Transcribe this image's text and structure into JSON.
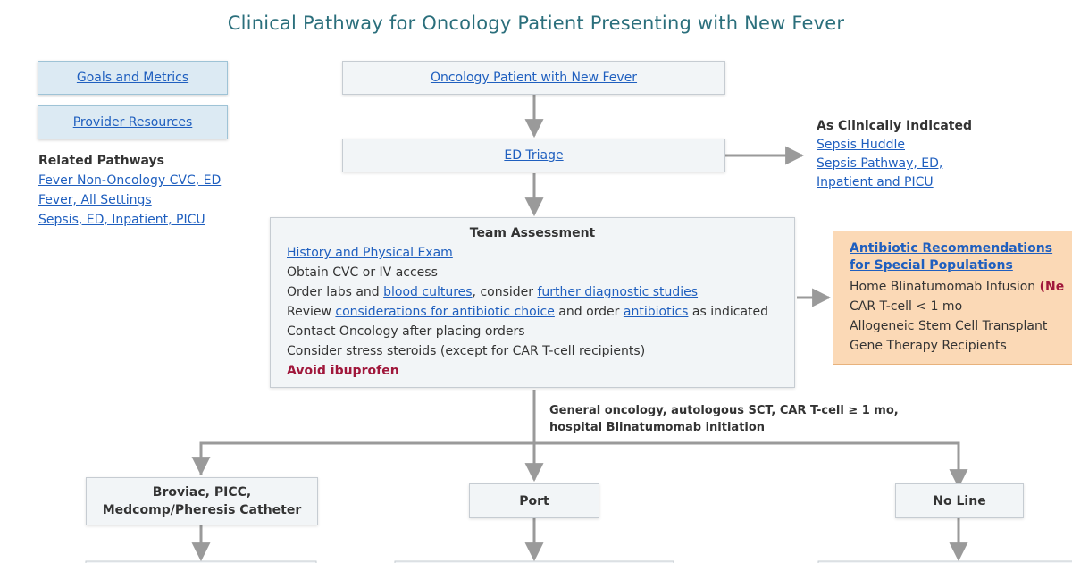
{
  "title": "Clinical Pathway for Oncology Patient Presenting with New Fever",
  "nav": {
    "goals": "Goals and Metrics",
    "resources": "Provider Resources"
  },
  "related": {
    "header": "Related Pathways",
    "links": [
      "Fever Non-Oncology CVC, ED",
      "Fever, All Settings",
      "Sepsis, ED, Inpatient, PICU"
    ]
  },
  "flow": {
    "start": "Oncology Patient with New Fever",
    "triage": "ED Triage"
  },
  "clinically": {
    "header": "As Clinically Indicated",
    "link1": "Sepsis Huddle",
    "link2_line1": "Sepsis Pathway, ED,",
    "link2_line2": "Inpatient and PICU"
  },
  "assessment": {
    "header": "Team Assessment",
    "history": "History and Physical Exam",
    "access": "Obtain CVC or IV access",
    "labs_pre": "Order labs and ",
    "labs_link1": "blood cultures",
    "labs_mid": ", consider ",
    "labs_link2": "further diagnostic studies",
    "review_pre": "Review ",
    "review_link1": "considerations for antibiotic choice",
    "review_mid": " and order ",
    "review_link2": "antibiotics",
    "review_post": " as indicated",
    "contact": "Contact Oncology after placing orders",
    "steroids": "Consider stress steroids (except for CAR T-cell recipients)",
    "avoid": "Avoid ibuprofen"
  },
  "antibiotic": {
    "header_line1": "Antibiotic Recommendations",
    "header_line2": "for Special Populations",
    "item1": "Home Blinatumomab Infusion ",
    "item1_flag": "(Ne",
    "item2": "CAR T-cell < 1 mo",
    "item3": "Allogeneic Stem Cell Transplant",
    "item4": "Gene Therapy Recipients"
  },
  "branch_label": {
    "line1": "General oncology, autologous SCT, CAR T-cell ≥ 1 mo,",
    "line2": "hospital Blinatumomab initiation"
  },
  "options": {
    "broviac_line1": "Broviac, PICC,",
    "broviac_line2": "Medcomp/Pheresis Catheter",
    "port": "Port",
    "noline": "No Line"
  },
  "colors": {
    "title": "#2b6f7c",
    "link": "#1f5fbf",
    "alert": "#a0173b",
    "nav_fill": "#dceaf3",
    "box_fill": "#f2f5f7",
    "special_fill": "#fbd9b6",
    "arrow": "#9a9a9a"
  }
}
